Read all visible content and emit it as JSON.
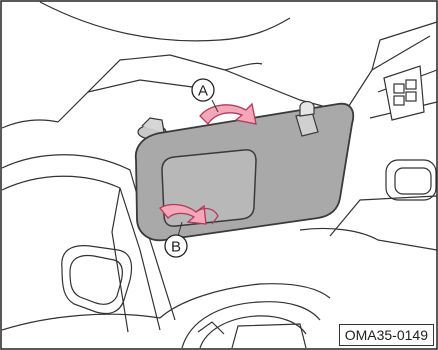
{
  "callouts": {
    "a": "A",
    "b": "B"
  },
  "figure_code": "OMA35-0149",
  "colors": {
    "visor_fill": "#a9a9a9",
    "visor_stroke": "#3a3a3a",
    "arrow_fill": "#f4a7b9",
    "arrow_stroke": "#b23a5e",
    "line": "#333333",
    "frame": "#222222"
  }
}
